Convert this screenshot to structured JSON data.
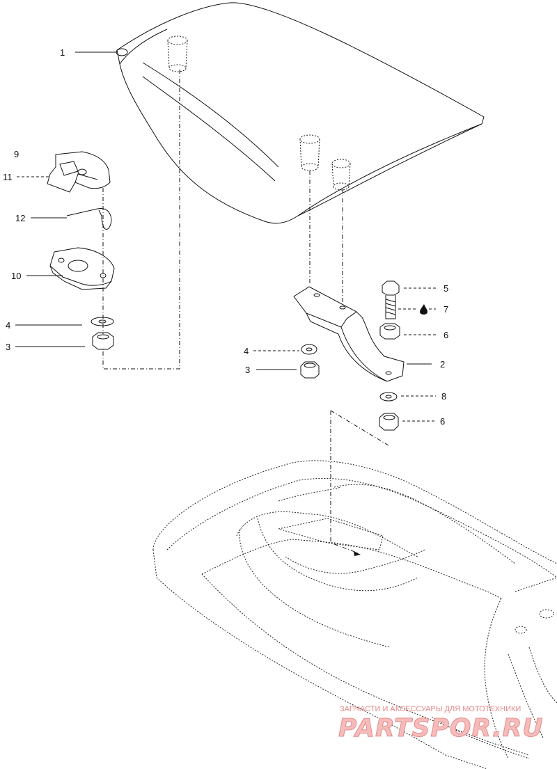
{
  "callouts": {
    "c1": "1",
    "c9": "9",
    "c11": "11",
    "c12": "12",
    "c10": "10",
    "c4a": "4",
    "c3a": "3",
    "c5": "5",
    "c7": "7",
    "c6a": "6",
    "c4b": "4",
    "c2": "2",
    "c3b": "3",
    "c8": "8",
    "c6b": "6"
  },
  "watermark": {
    "tagline": "ЗАПЧАСТИ И АКСЕССУАРЫ ДЛЯ МОТОТЕХНИКИ",
    "logo": "PARTSPOR.RU"
  }
}
